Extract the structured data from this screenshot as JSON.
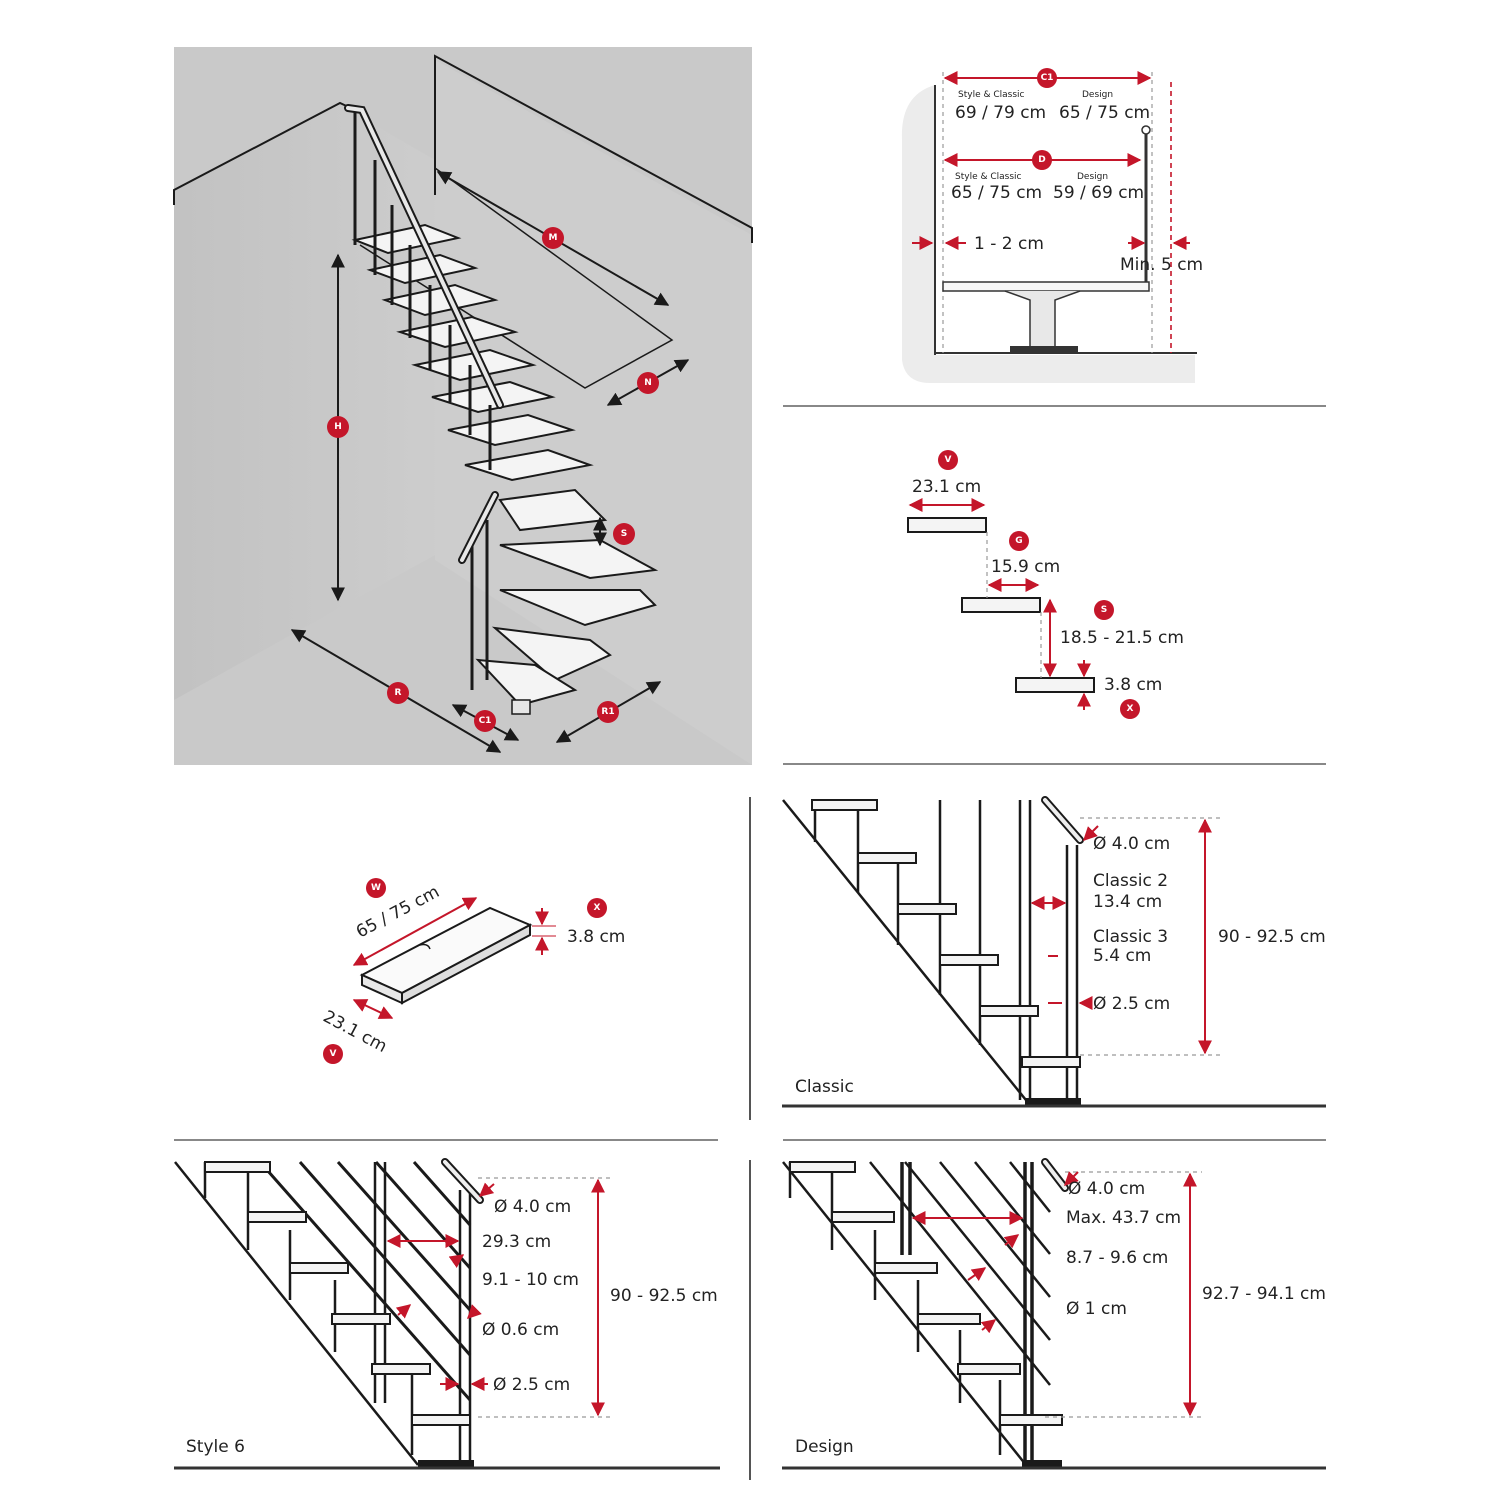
{
  "panels": {
    "perspective": {
      "badges": [
        "M",
        "N",
        "H",
        "S",
        "R",
        "C1",
        "R1"
      ]
    },
    "handrail_width": {
      "c1_badge": "C1",
      "d_badge": "D",
      "c1_left_head": "Style & Classic",
      "c1_left_val": "69 / 79 cm",
      "c1_right_head": "Design",
      "c1_right_val": "65 / 75 cm",
      "d_left_head": "Style & Classic",
      "d_left_val": "65 / 75 cm",
      "d_right_head": "Design",
      "d_right_val": "59 / 69 cm",
      "gap_wall": "1 - 2 cm",
      "gap_min": "Min. 5 cm"
    },
    "step_profile": {
      "v_badge": "V",
      "v_val": "23.1 cm",
      "g_badge": "G",
      "g_val": "15.9 cm",
      "s_badge": "S",
      "s_val": "18.5 - 21.5 cm",
      "x_badge": "X",
      "x_val": "3.8 cm"
    },
    "tread": {
      "w_badge": "W",
      "w_val": "65 / 75 cm",
      "x_badge": "X",
      "x_val": "3.8 cm",
      "v_badge": "V",
      "v_val": "23.1 cm"
    },
    "classic": {
      "title": "Classic",
      "rail_dia": "Ø 4.0 cm",
      "c2_name": "Classic 2",
      "c2_val": "13.4 cm",
      "c3_name": "Classic 3",
      "c3_val": "5.4 cm",
      "post_dia": "Ø 2.5 cm",
      "height": "90 - 92.5 cm"
    },
    "style6": {
      "title": "Style 6",
      "rail_dia": "Ø 4.0 cm",
      "spacing": "29.3 cm",
      "bar_gap": "9.1 - 10 cm",
      "bar_dia": "Ø 0.6 cm",
      "post_dia": "Ø 2.5 cm",
      "height": "90 - 92.5 cm"
    },
    "design": {
      "title": "Design",
      "rail_dia": "Ø 4.0 cm",
      "max_gap": "Max. 43.7 cm",
      "bar_gap": "8.7 - 9.6 cm",
      "bar_dia": "Ø 1 cm",
      "height": "92.7 - 94.1 cm"
    }
  },
  "colors": {
    "accent": "#c4162a",
    "panel_gray": "#c9c9c9",
    "line": "#1a1a1a"
  }
}
